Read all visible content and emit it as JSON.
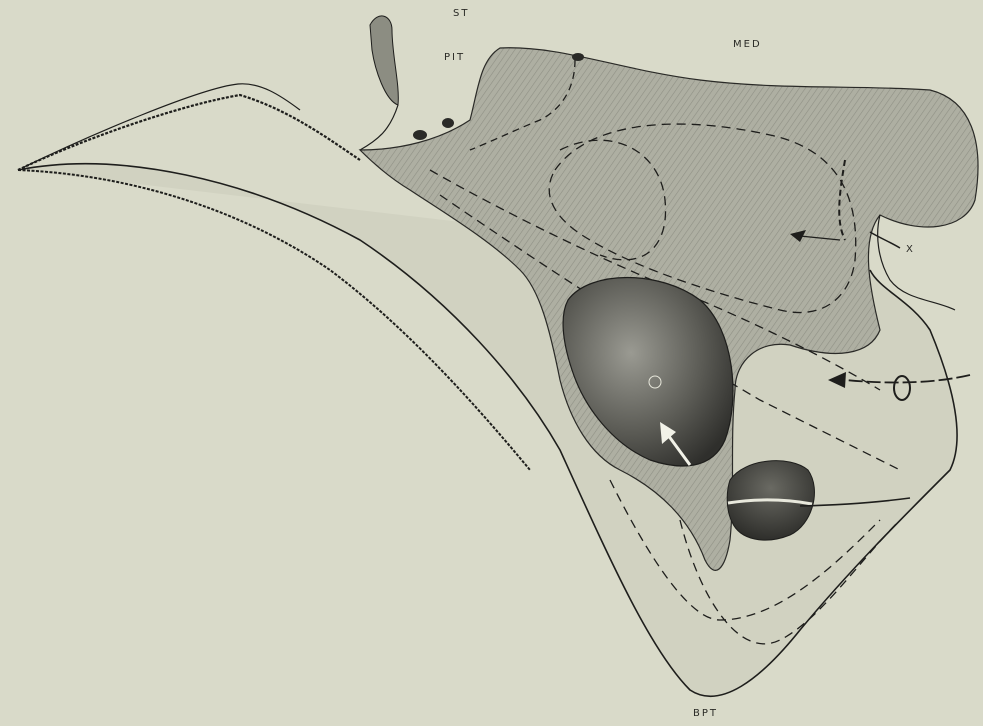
{
  "colors": {
    "background": "#d9dac9",
    "shaded_region": "#a9aa9e",
    "lump": "#5e5e58",
    "outline": "#1e1e1c"
  },
  "labels": {
    "st": "ST",
    "pit": "PIT",
    "med": "MED",
    "x": "X",
    "bpt": "BPT"
  }
}
